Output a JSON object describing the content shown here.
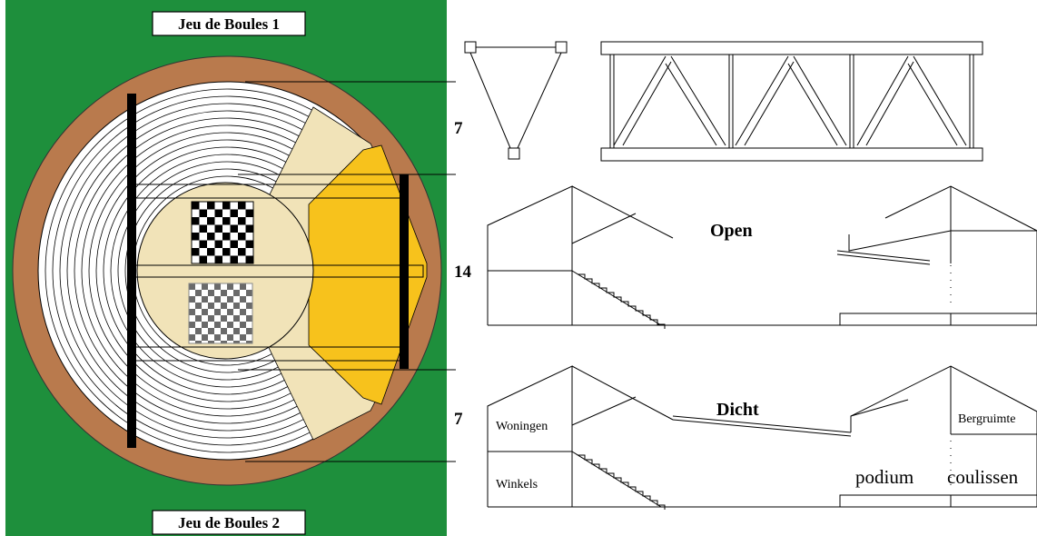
{
  "plan": {
    "top_label": "Jeu de Boules 1",
    "bottom_label": "Jeu de Boules 2",
    "colors": {
      "grass": "#1e8f3c",
      "ring": "#b97a4d",
      "stand": "#ffffff",
      "court": "#f1e3b8",
      "stage": "#f7c21c",
      "beam": "#000000"
    }
  },
  "dimensions": {
    "upper": "7",
    "middle": "14",
    "lower": "7"
  },
  "sections": {
    "open_title": "Open",
    "closed_title": "Dicht",
    "rooms": {
      "housing": "Woningen",
      "shops": "Winkels",
      "storage": "Bergruimte",
      "podium": "podium",
      "wings": "coulissen"
    }
  }
}
